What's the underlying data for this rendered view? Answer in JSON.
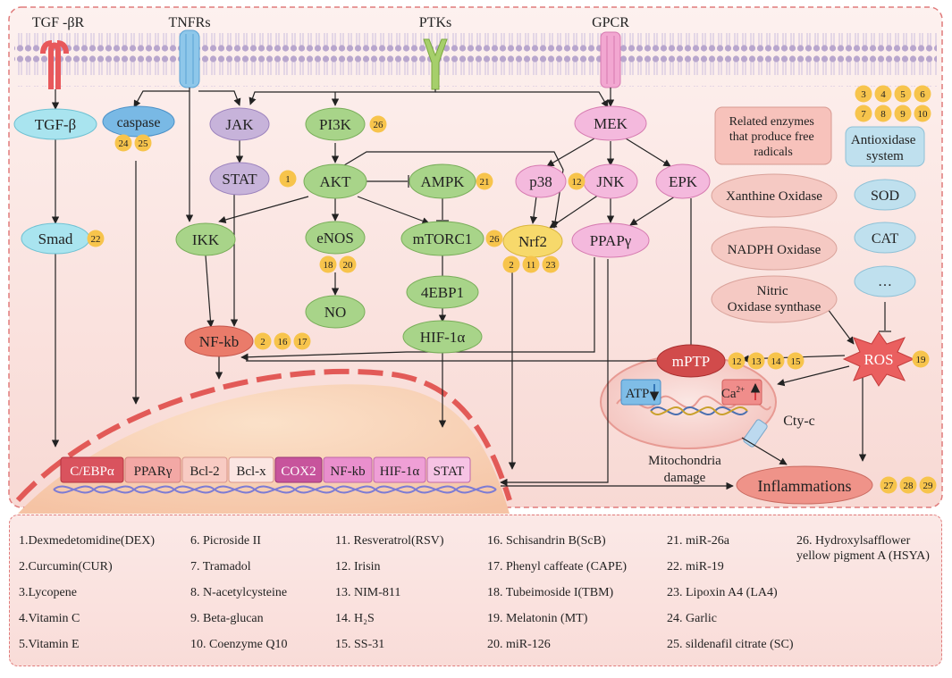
{
  "receptors": [
    "TGF -βR",
    "TNFRs",
    "PTKs",
    "GPCR"
  ],
  "nodes": {
    "tgfb": "TGF-β",
    "caspase": "caspase",
    "smad": "Smad",
    "jak": "JAK",
    "stat": "STAT",
    "pi3k": "PI3K",
    "akt": "AKT",
    "ampk": "AMPK",
    "ikk": "IKK",
    "enos": "eNOS",
    "mtorc1": "mTORC1",
    "no": "NO",
    "ebp1": "4EBP1",
    "hif": "HIF-1α",
    "nfkb": "NF-kb",
    "mek": "MEK",
    "p38": "p38",
    "jnk": "JNK",
    "epk": "EPK",
    "nrf2": "Nrf2",
    "ppap": "PPAPγ",
    "mptp": "mPTP",
    "ros": "ROS",
    "inflammations": "Inflammations",
    "atp": "ATP",
    "ca": "Ca",
    "ca_sup": "2+",
    "cty": "Cty-c",
    "mito_label_1": "Mitochondria",
    "mito_label_2": "damage"
  },
  "badges": {
    "caspase": [
      "24",
      "25"
    ],
    "stat": [
      "1"
    ],
    "pi3k": [
      "26"
    ],
    "ampk": [
      "21"
    ],
    "smad": [
      "22"
    ],
    "enos": [
      "18",
      "20"
    ],
    "mtorc1": [
      "26"
    ],
    "p38": [
      "12"
    ],
    "nrf2": [
      "2",
      "11",
      "23"
    ],
    "nfkb": [
      "2",
      "16",
      "17"
    ],
    "mptp": [
      "12",
      "13",
      "14",
      "15"
    ],
    "ros": [
      "19"
    ],
    "inflammations": [
      "27",
      "28",
      "29"
    ],
    "antioxidase": [
      "3",
      "4",
      "5",
      "6",
      "7",
      "8",
      "9",
      "10"
    ]
  },
  "enzymes": {
    "title": [
      "Related enzymes",
      "that produce free",
      "radicals"
    ],
    "xanthine": "Xanthine Oxidase",
    "nadph": "NADPH Oxidase",
    "nitric": [
      "Nitric",
      "Oxidase synthase"
    ]
  },
  "antioxidase": {
    "title": [
      "Antioxidase",
      "system"
    ],
    "sod": "SOD",
    "cat": "CAT",
    "more": "…"
  },
  "nucleus": [
    "C/EBPα",
    "PPARγ",
    "Bcl-2",
    "Bcl-x",
    "COX2",
    "NF-kb",
    "HIF-1α",
    "STAT"
  ],
  "drugs": [
    "1.Dexmedetomidine(DEX)",
    "2.Curcumin(CUR)",
    "3.Lycopene",
    "4.Vitamin C",
    "5.Vitamin E",
    "6. Picroside II",
    "7. Tramadol",
    "8. N-acetylcysteine",
    "9. Beta-glucan",
    "10. Coenzyme Q10",
    "11. Resveratrol(RSV)",
    "12. Irisin",
    "13. NIM-811",
    "14. H₂S",
    "15. SS-31",
    "16. Schisandrin B(ScB)",
    "17. Phenyl caffeate (CAPE)",
    "18. Tubeimoside I(TBM)",
    "19. Melatonin (MT)",
    "20. miR-126",
    "21. miR-26a",
    "22. miR-19",
    "23. Lipoxin A4 (LA4)",
    "24. Garlic",
    "25. sildenafil citrate (SC)",
    "26. Hydroxylsafflower yellow pigment A (HSYA)"
  ]
}
